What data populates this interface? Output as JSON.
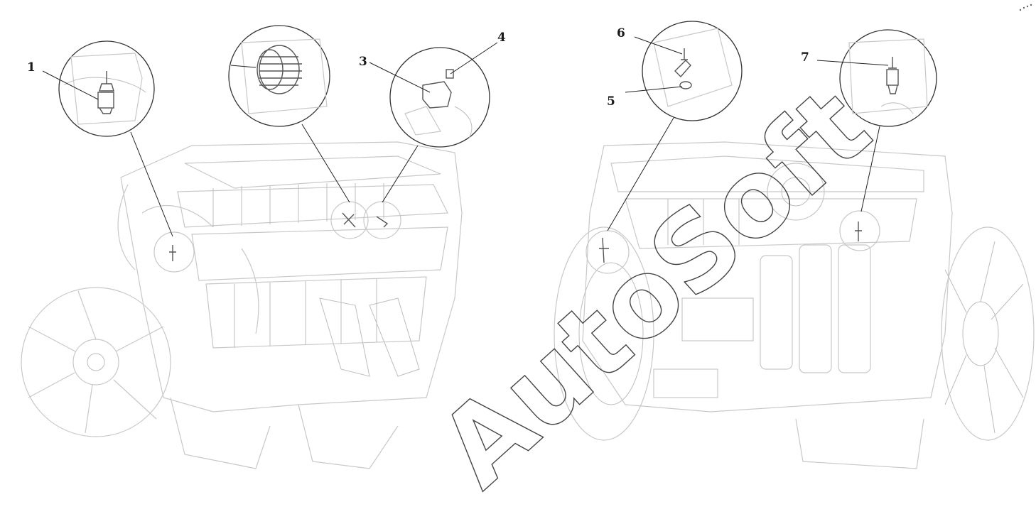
{
  "figure": {
    "callouts": [
      {
        "id": "callout-1",
        "label": "1"
      },
      {
        "id": "callout-3",
        "label": "3"
      },
      {
        "id": "callout-4",
        "label": "4"
      },
      {
        "id": "callout-5",
        "label": "5"
      },
      {
        "id": "callout-6",
        "label": "6"
      },
      {
        "id": "callout-7",
        "label": "7"
      }
    ],
    "watermark": "AutoSoft",
    "colors": {
      "line": "#c8c8c8",
      "detail": "#333333",
      "text": "#1a1a1a"
    }
  }
}
